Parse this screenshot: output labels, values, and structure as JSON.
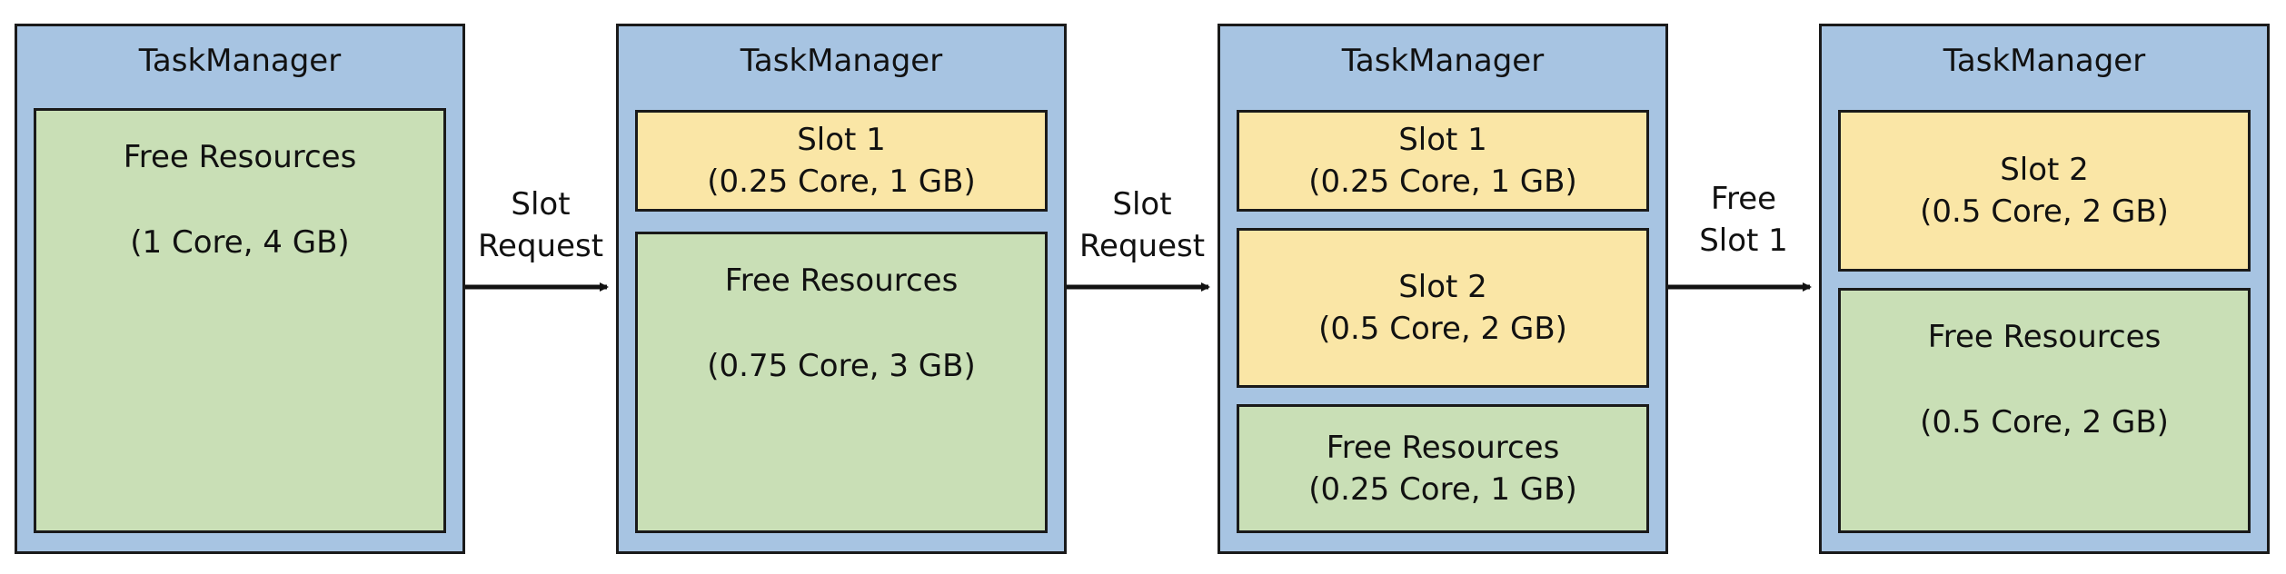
{
  "taskmanagers": [
    {
      "title": "TaskManager",
      "boxes": [
        {
          "kind": "free",
          "line1": "Free Resources",
          "line2": "(1 Core, 4 GB)"
        }
      ]
    },
    {
      "title": "TaskManager",
      "boxes": [
        {
          "kind": "slot",
          "line1": "Slot 1",
          "line2": "(0.25 Core, 1 GB)"
        },
        {
          "kind": "free",
          "line1": "Free Resources",
          "line2": "(0.75 Core, 3 GB)"
        }
      ]
    },
    {
      "title": "TaskManager",
      "boxes": [
        {
          "kind": "slot",
          "line1": "Slot 1",
          "line2": "(0.25 Core, 1 GB)"
        },
        {
          "kind": "slot",
          "line1": "Slot 2",
          "line2": "(0.5 Core, 2 GB)"
        },
        {
          "kind": "free",
          "line1": "Free Resources",
          "line2": "(0.25 Core, 1 GB)"
        }
      ]
    },
    {
      "title": "TaskManager",
      "boxes": [
        {
          "kind": "slot",
          "line1": "Slot 2",
          "line2": "(0.5 Core, 2 GB)"
        },
        {
          "kind": "free",
          "line1": "Free Resources",
          "line2": "(0.5 Core, 2 GB)"
        }
      ]
    }
  ],
  "transitions": [
    {
      "line1": "Slot",
      "line2": "Request"
    },
    {
      "line1": "Slot",
      "line2": "Request"
    },
    {
      "line1": "Free",
      "line2": "Slot 1"
    }
  ],
  "colors": {
    "taskmanager_fill": "#a7c4e2",
    "slot_fill": "#fae6a6",
    "free_fill": "#c9dfb6",
    "stroke": "#1a1a1a"
  }
}
